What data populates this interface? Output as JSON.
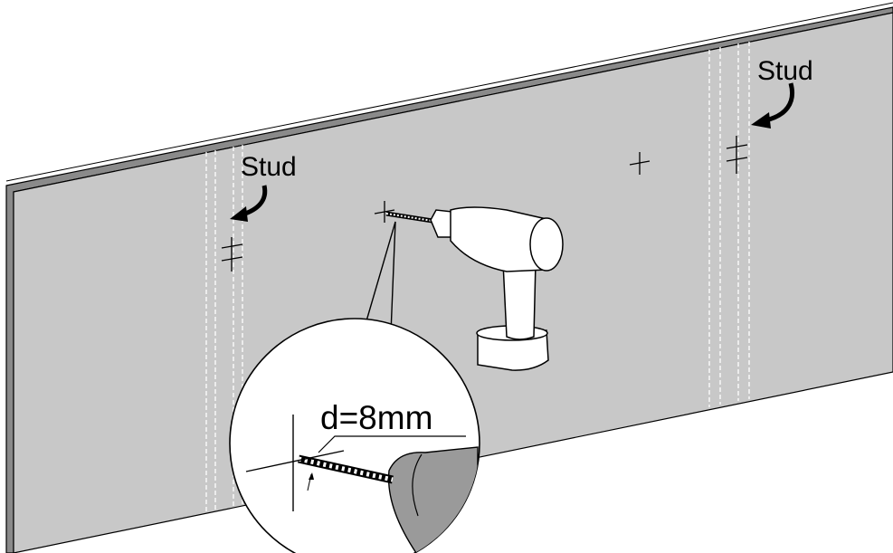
{
  "labels": {
    "stud_left": "Stud",
    "stud_right": "Stud",
    "drill_diameter": "d=8mm"
  },
  "colors": {
    "wall": "#c8c8c8",
    "wall_edge": "#7a7a7a",
    "outline": "#000000",
    "drill_body": "#ffffff",
    "drill_chuck_zoom": "#9a9a9a",
    "background": "#ffffff"
  },
  "icons": {
    "marks": "cross-mark",
    "arrows": "curved-arrow"
  }
}
